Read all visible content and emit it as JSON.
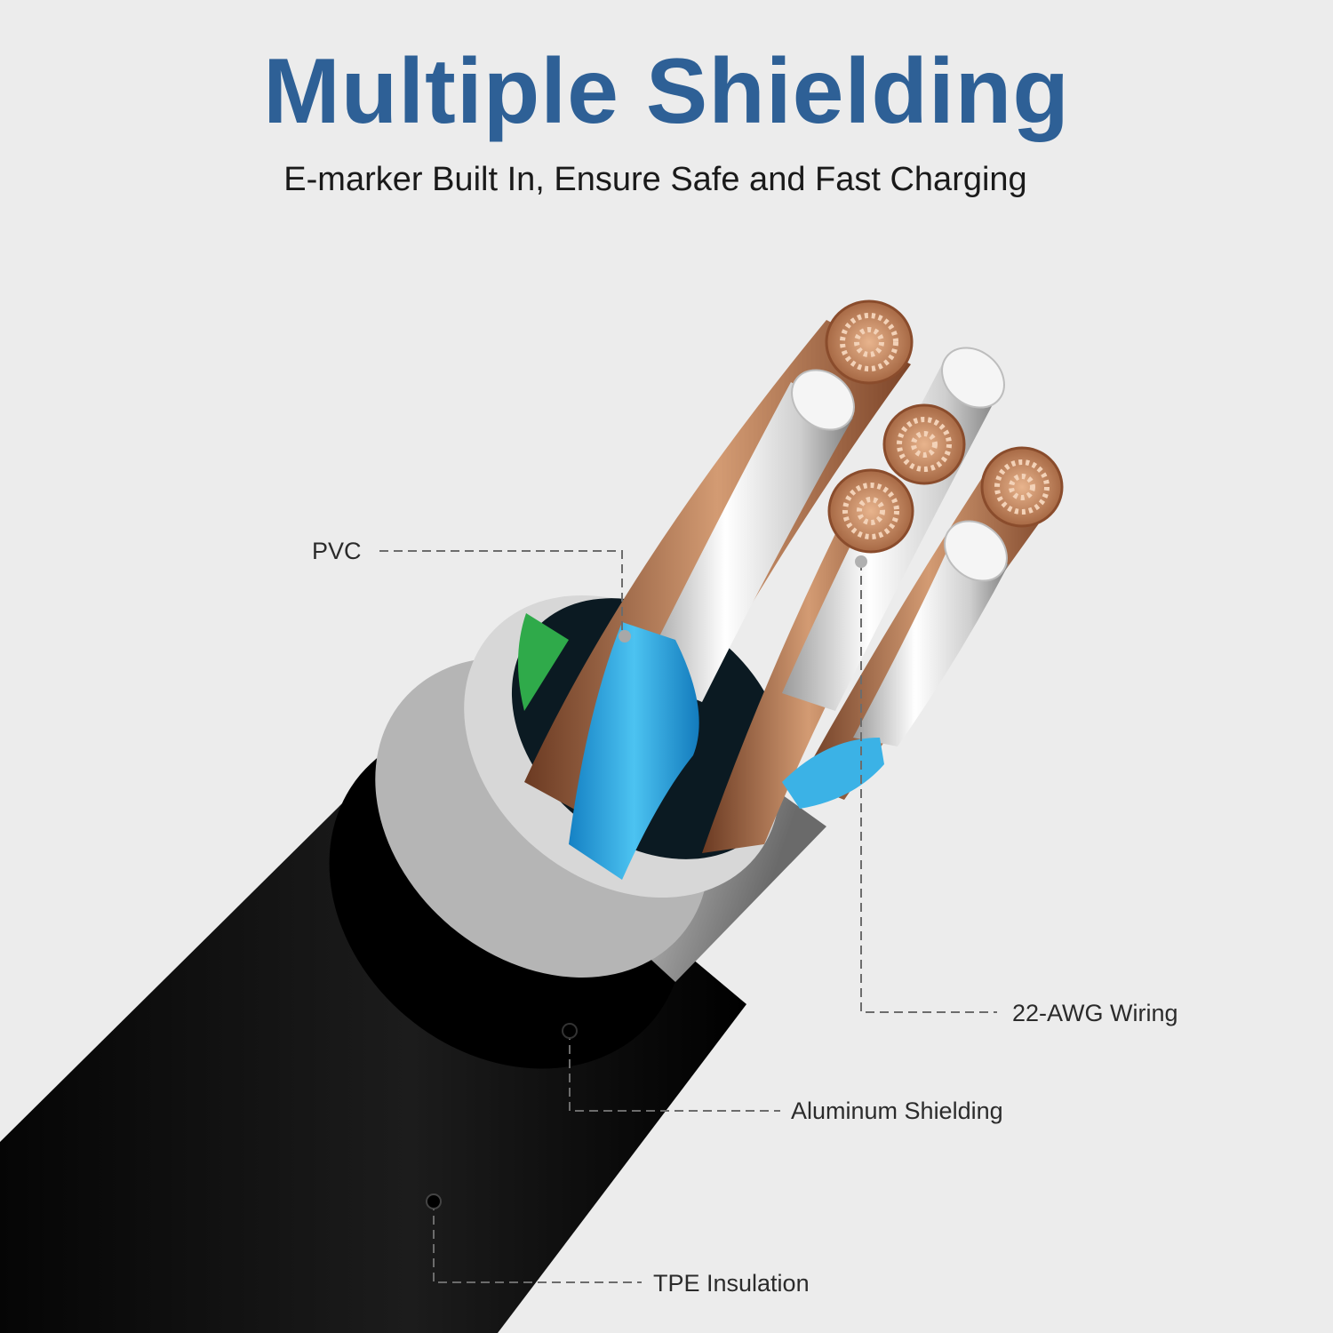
{
  "header": {
    "title": "Multiple Shielding",
    "subtitle": "E-marker Built In, Ensure Safe and Fast Charging"
  },
  "callouts": {
    "pvc": "PVC",
    "wiring": "22-AWG Wiring",
    "aluminum": "Aluminum Shielding",
    "tpe": "TPE Insulation"
  },
  "colors": {
    "title": "#2e6096",
    "background": "#ececec",
    "jacket": "#111111",
    "copper": "#b87a52",
    "pvc_core": "#2fa6df",
    "green_core": "#2faa4a",
    "aluminum": "#c9c9c9"
  }
}
